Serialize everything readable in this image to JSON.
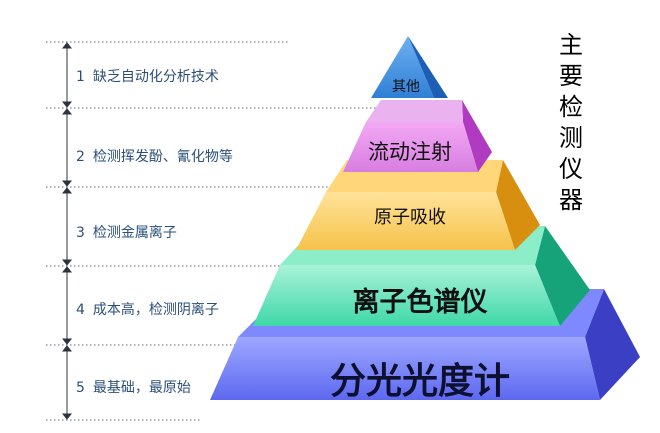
{
  "side_title": "主要检测仪器",
  "levels": [
    {
      "number": "1",
      "note": "缺乏自动化分析技术",
      "instrument": "其他",
      "color": "#3a8be0"
    },
    {
      "number": "2",
      "note": "检测挥发酚、氰化物等",
      "instrument": "流动注射",
      "color": "#cc3fd6"
    },
    {
      "number": "3",
      "note": "检测金属离子",
      "instrument": "原子吸收",
      "color": "#f5b52e"
    },
    {
      "number": "4",
      "note": "成本高，检测阴离子",
      "instrument": "离子色谱仪",
      "color": "#2ecf9a"
    },
    {
      "number": "5",
      "note": "最基础，最原始",
      "instrument": "分光光度计",
      "color": "#5a66e6"
    }
  ]
}
